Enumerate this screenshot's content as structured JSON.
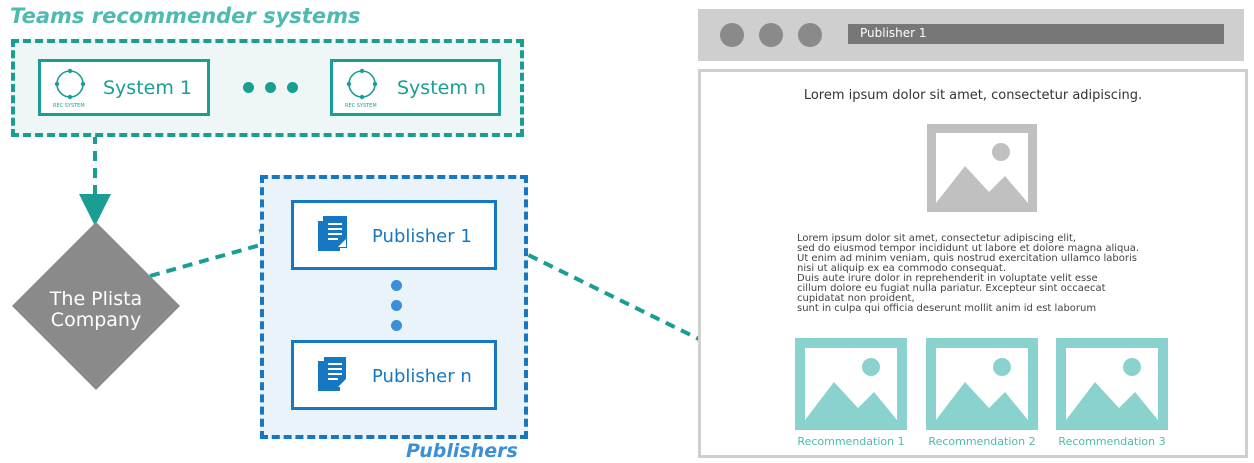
{
  "teams": {
    "title": "Teams recommender systems",
    "systems": [
      {
        "label": "System 1",
        "badge": "REC SYSTEM"
      },
      {
        "label": "System n",
        "badge": "REC SYSTEM"
      }
    ]
  },
  "plista": {
    "line1": "The  Plista",
    "line2": "Company"
  },
  "publishers": {
    "title": "Publishers",
    "items": [
      {
        "label": "Publisher 1"
      },
      {
        "label": "Publisher n"
      }
    ]
  },
  "browser": {
    "url": "Publisher 1",
    "headline": "Lorem ipsum dolor sit amet, consectetur adipiscing.",
    "paragraph_lines": [
      "Lorem ipsum dolor sit amet, consectetur adipiscing elit,",
      "sed do eiusmod tempor incididunt ut labore et dolore magna aliqua.",
      "Ut enim ad minim veniam, quis nostrud exercitation ullamco laboris",
      "nisi ut aliquip ex ea commodo consequat.",
      "Duis aute irure dolor in reprehenderit in voluptate velit esse",
      "cillum dolore eu fugiat nulla pariatur. Excepteur sint occaecat",
      "cupidatat non proident,",
      "sunt in culpa qui officia deserunt mollit anim id est laborum"
    ],
    "recommendations": [
      {
        "label": "Recommendation 1"
      },
      {
        "label": "Recommendation 2"
      },
      {
        "label": "Recommendation 3"
      }
    ]
  },
  "colors": {
    "teal": "#1a9e93",
    "teal_light": "#4dbbb2",
    "blue": "#1678c2",
    "blue_light": "#3b8fd8",
    "gray": "#8a8a8a",
    "image_gray": "#c0c0c0",
    "rec_image": "#8ad2cd"
  },
  "icons": [
    "rec-system-icon",
    "document-icon",
    "image-placeholder-icon",
    "window-dot-icon"
  ]
}
